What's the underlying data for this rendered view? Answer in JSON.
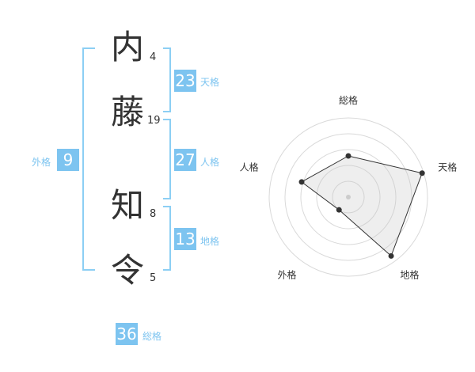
{
  "name": {
    "chars": [
      {
        "char": "内",
        "strokes": "4"
      },
      {
        "char": "藤",
        "strokes": "19"
      },
      {
        "char": "知",
        "strokes": "8"
      },
      {
        "char": "令",
        "strokes": "5"
      }
    ]
  },
  "kaku": {
    "tenkaku": {
      "value": "23",
      "label": "天格"
    },
    "jinkaku": {
      "value": "27",
      "label": "人格"
    },
    "chikaku": {
      "value": "13",
      "label": "地格"
    },
    "gaikaku": {
      "value": "9",
      "label": "外格"
    },
    "soukaku": {
      "value": "36",
      "label": "総格"
    }
  },
  "colors": {
    "accent": "#7dc4f0",
    "bracket": "#8ccff4",
    "text": "#333333"
  },
  "chart_data": {
    "type": "radar",
    "axes": [
      "総格",
      "天格",
      "地格",
      "外格",
      "人格"
    ],
    "values": [
      0.52,
      0.98,
      0.92,
      0.2,
      0.62
    ],
    "range": [
      0,
      1
    ],
    "rings": 5
  }
}
